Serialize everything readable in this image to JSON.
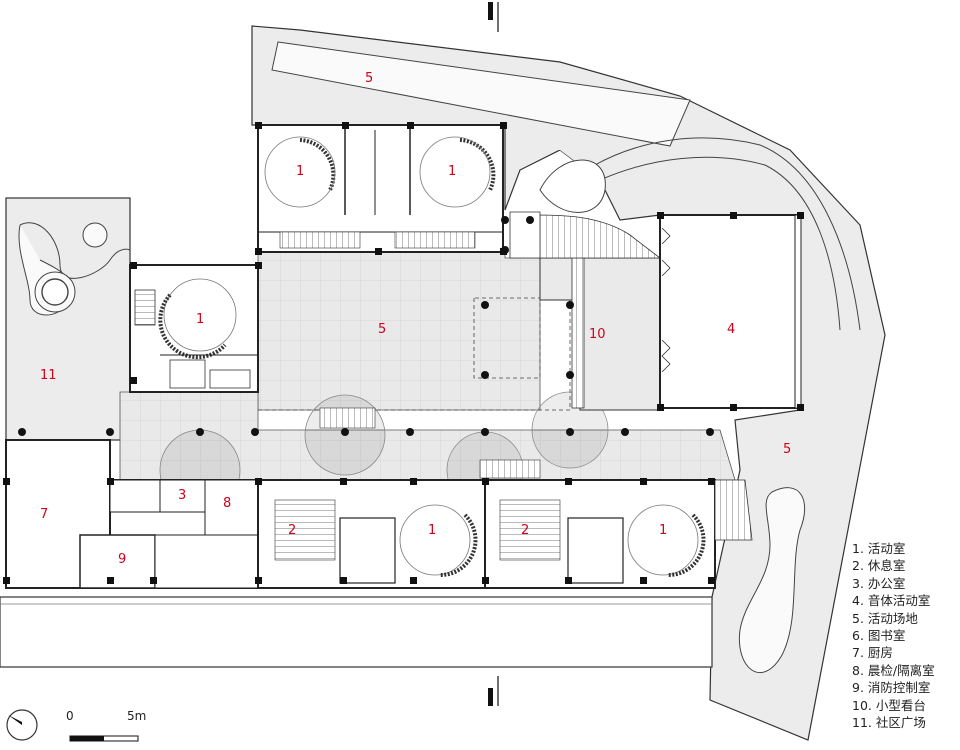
{
  "plan": {
    "room_numbers": {
      "top_lawn": "5",
      "north_room_left": "1",
      "north_room_right": "1",
      "west_room": "1",
      "central_court": "5",
      "grand_stair": "10",
      "hall": "4",
      "west_plaza": "11",
      "east_lawn": "5",
      "kitchen": "7",
      "office": "3",
      "check_room": "8",
      "fire_room": "9",
      "rest_room_left": "2",
      "activity_south_left": "1",
      "rest_room_right": "2",
      "activity_south_right": "1"
    },
    "legend": [
      "1.  活动室",
      "2.  休息室",
      "3.  办公室",
      "4.  音体活动室",
      "5.  活动场地",
      "6.  图书室",
      "7.  厨房",
      "8.  晨检/隔离室",
      "9.  消防控制室",
      "10. 小型看台",
      "11. 社区广场"
    ],
    "scale": {
      "zero_label": "0",
      "max_label": "5m"
    }
  }
}
